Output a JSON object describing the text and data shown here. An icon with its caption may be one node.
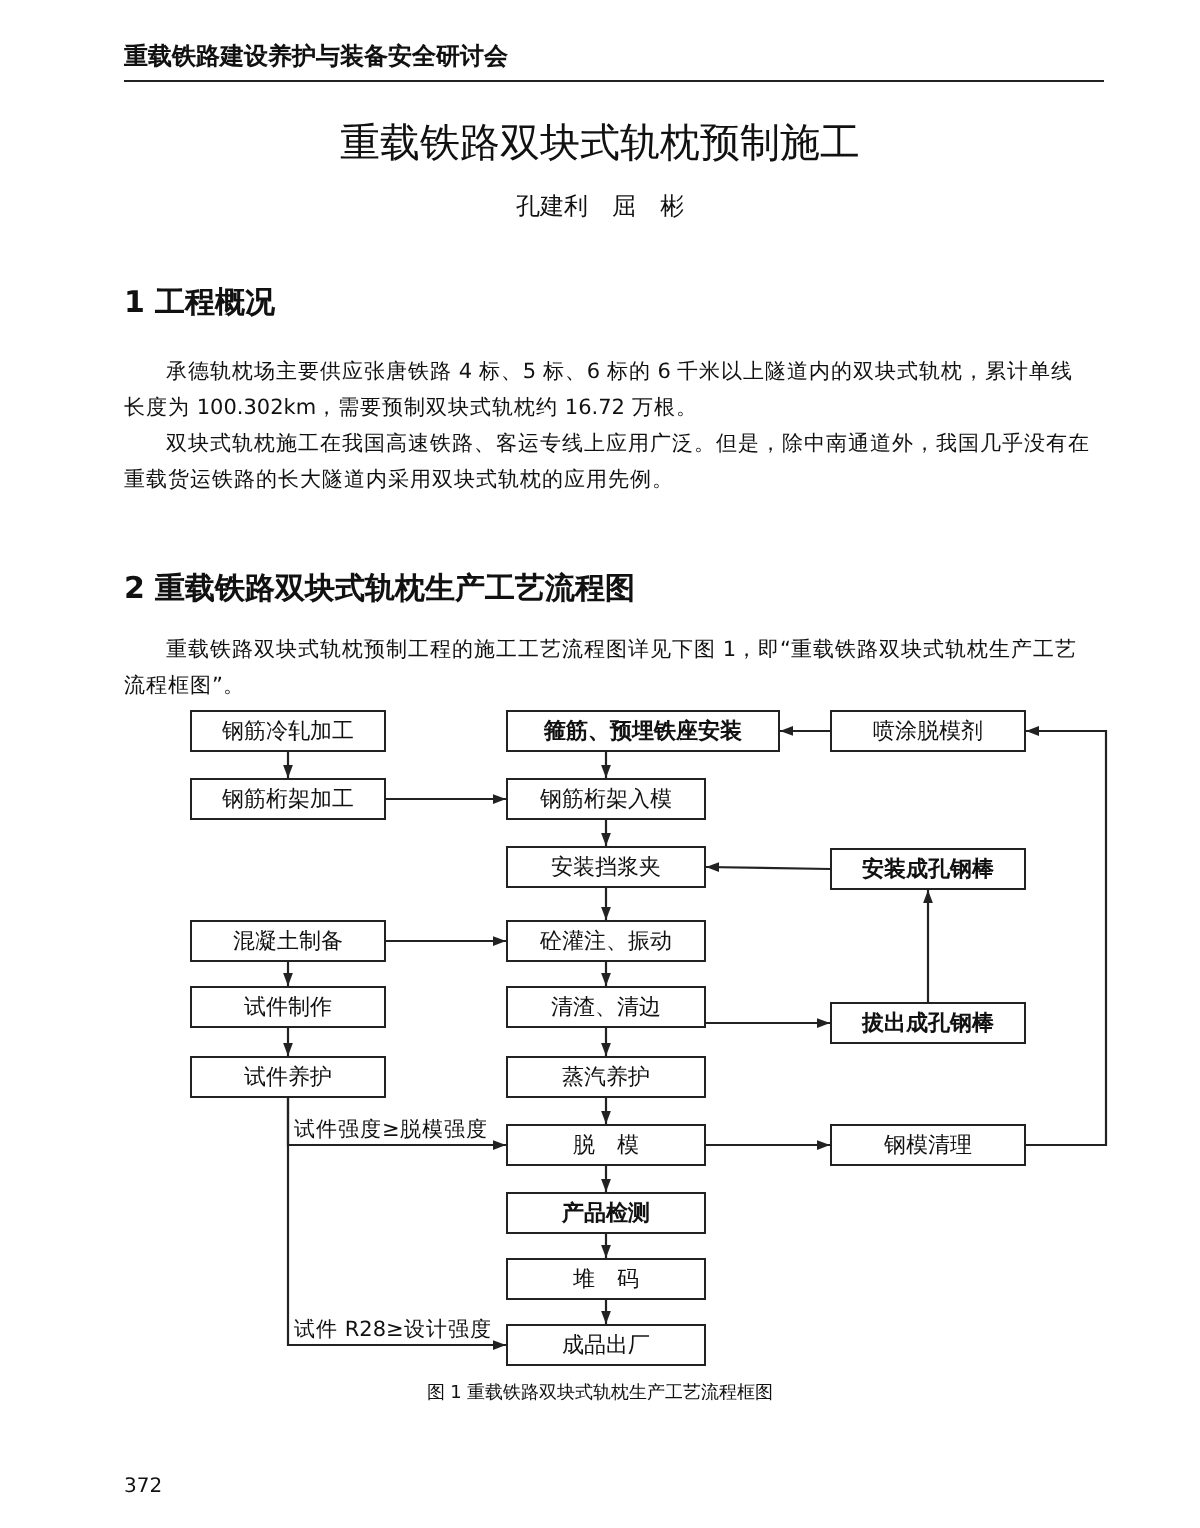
{
  "diagram": {
    "title": "重载铁路双块式轨枕预制施工",
    "caption": "图 1 重载铁路双块式轨枕生产工艺流程框图",
    "nodes": [
      {
        "text": [
          "钢筋冷轧加工"
        ]
      },
      {
        "text": [
          "钢筋桁架加工"
        ]
      },
      {
        "text": [
          "箍筋、预埋铁座安装"
        ]
      },
      {
        "text": [
          "喷涂脱模剂"
        ]
      },
      {
        "text": [
          "钢筋桁架入模"
        ]
      },
      {
        "text": [
          "安装挡浆夹"
        ]
      },
      {
        "text": [
          "安装成孔钢棒"
        ]
      },
      {
        "text": [
          "混凝土制备"
        ]
      },
      {
        "text": [
          "砼灌注、振动"
        ]
      },
      {
        "text": [
          "试件制作"
        ]
      },
      {
        "text": [
          "清渣、清边"
        ]
      },
      {
        "text": [
          "拔出成孔钢棒"
        ]
      },
      {
        "text": [
          "试件养护"
        ]
      },
      {
        "text": [
          "蒸汽养护"
        ]
      },
      {
        "text": [
          "脱　模"
        ]
      },
      {
        "text": [
          "钢模清理"
        ]
      },
      {
        "text": [
          "产品检测"
        ]
      },
      {
        "text": [
          "堆　码"
        ]
      },
      {
        "text": [
          "成品出厂"
        ]
      }
    ],
    "edges": [
      {
        "from": 0,
        "to": 1,
        "arrow": "to"
      },
      {
        "from": 1,
        "to": 4,
        "arrow": "to"
      },
      {
        "from": 3,
        "to": 2,
        "arrow": "to"
      },
      {
        "from": 2,
        "to": 4,
        "arrow": "to"
      },
      {
        "from": 4,
        "to": 5,
        "arrow": "to"
      },
      {
        "from": 6,
        "to": 5,
        "arrow": "to"
      },
      {
        "from": 5,
        "to": 8,
        "arrow": "to"
      },
      {
        "from": 7,
        "to": 8,
        "arrow": "to"
      },
      {
        "from": 7,
        "to": 9,
        "arrow": "to"
      },
      {
        "from": 9,
        "to": 12,
        "arrow": "to"
      },
      {
        "from": 8,
        "to": 10,
        "arrow": "to"
      },
      {
        "from": 10,
        "to": 11,
        "arrow": "to"
      },
      {
        "from": 11,
        "to": 6,
        "arrow": "to"
      },
      {
        "from": 10,
        "to": 13,
        "arrow": "to"
      },
      {
        "from": 13,
        "to": 14,
        "arrow": "to"
      },
      {
        "from": 12,
        "to": 14,
        "arrow": "to",
        "label": "试件强度≥脱模强度"
      },
      {
        "from": 12,
        "to": 18,
        "arrow": "to",
        "label": "试件 R28≥设计强度"
      },
      {
        "from": 14,
        "to": 15,
        "arrow": "to"
      },
      {
        "from": 15,
        "to": 3,
        "arrow": "to"
      },
      {
        "from": 14,
        "to": 16,
        "arrow": "to"
      },
      {
        "from": 16,
        "to": 17,
        "arrow": "to"
      },
      {
        "from": 17,
        "to": 18,
        "arrow": "to"
      }
    ],
    "labels": [
      "重载铁路建设养护与装备安全研讨会",
      "孔建利　屈　彬",
      "1 工程概况",
      "承德轨枕场主要供应张唐铁路 4 标、5 标、6 标的 6 千米以上隧道内的双块式轨枕，累计单线长度为 100.302km，需要预制双块式轨枕约 16.72 万根。",
      "双块式轨枕施工在我国高速铁路、客运专线上应用广泛。但是，除中南通道外，我国几乎没有在重载货运铁路的长大隧道内采用双块式轨枕的应用先例。",
      "2 重载铁路双块式轨枕生产工艺流程图",
      "重载铁路双块式轨枕预制工程的施工工艺流程图详见下图 1，即“重载铁路双块式轨枕生产工艺流程框图”。",
      "372"
    ]
  }
}
